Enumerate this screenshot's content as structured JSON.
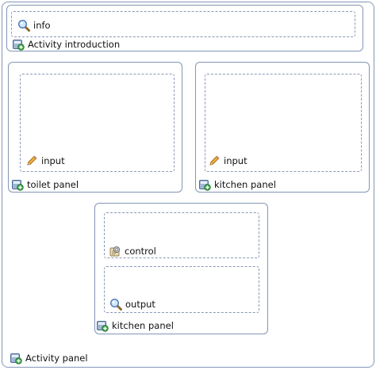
{
  "activity_panel": {
    "label": "Activity panel",
    "icon": "panel-add-icon",
    "intro_panel": {
      "label": "Activity introduction",
      "icon": "panel-add-icon",
      "info_slot": {
        "label": "info",
        "icon": "magnifier-icon"
      }
    },
    "toilet_panel": {
      "label": "toilet panel",
      "icon": "panel-add-icon",
      "input_slot": {
        "label": "input",
        "icon": "pencil-icon"
      }
    },
    "kitchen_panel_top": {
      "label": "kitchen panel",
      "icon": "panel-add-icon",
      "input_slot": {
        "label": "input",
        "icon": "pencil-icon"
      }
    },
    "kitchen_panel_bottom": {
      "label": "kitchen panel",
      "icon": "panel-add-icon",
      "control_slot": {
        "label": "control",
        "icon": "gear-box-icon"
      },
      "output_slot": {
        "label": "output",
        "icon": "magnifier-icon"
      }
    }
  },
  "colors": {
    "panel_border": "#8396b8",
    "slot_border": "#8a98b6",
    "text": "#111111"
  }
}
